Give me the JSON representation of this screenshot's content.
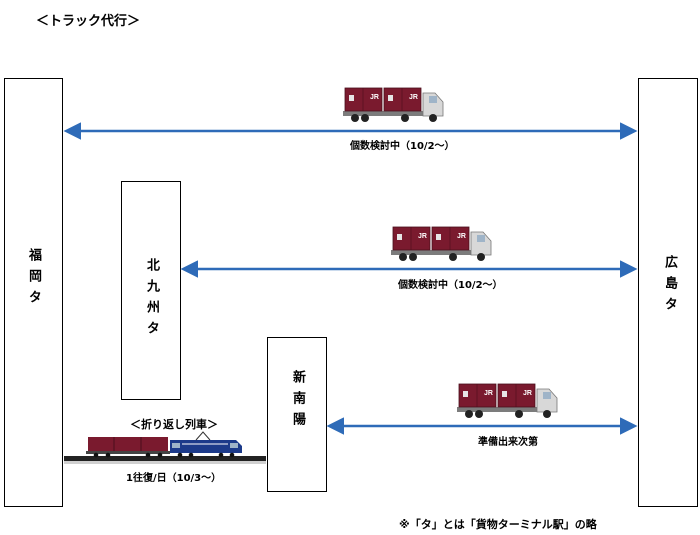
{
  "title": "＜トラック代行＞",
  "stations": {
    "fukuoka": "福岡タ",
    "kitakyushu": "北九州タ",
    "shinnanyo": "新南陽",
    "hiroshima": "広島タ"
  },
  "routes": [
    {
      "label": "個数検討中（10/2～）"
    },
    {
      "label": "個数検討中（10/2～）"
    },
    {
      "label": "準備出来次第"
    }
  ],
  "shuttle": {
    "title": "＜折り返し列車＞",
    "frequency": "1往復/日（10/3～）"
  },
  "truck_logo": "JR",
  "footnote": "※「タ」とは「貨物ターミナル駅」の略",
  "colors": {
    "arrow": "#2e6bb8",
    "container": "#7a1a2e",
    "locomotive": "#1c3a8a",
    "truck_body": "#d8d8d8"
  }
}
